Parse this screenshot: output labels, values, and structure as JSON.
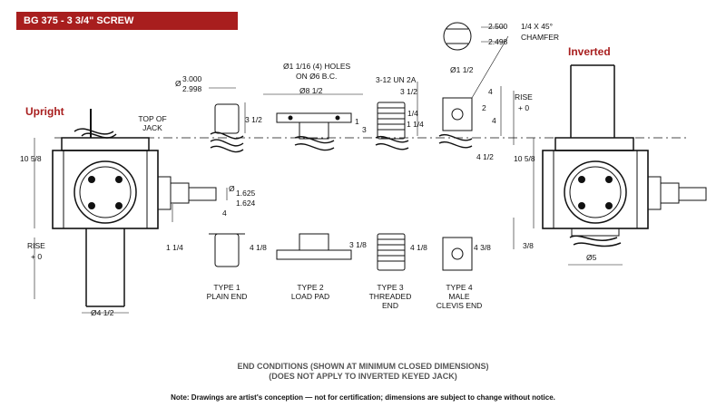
{
  "header": {
    "title": "BG 375 - 3 3/4\" SCREW"
  },
  "views": {
    "upright": "Upright",
    "inverted": "Inverted"
  },
  "dims": {
    "top_of_jack_1": "TOP OF",
    "top_of_jack_2": "JACK",
    "height_left": "10 5/8",
    "height_right": "10 5/8",
    "rise_left_1": "RISE",
    "rise_left_2": "+ 0",
    "rise_right_1": "RISE",
    "rise_right_2": "+ 0",
    "diam_3000": "3.000",
    "diam_2998": "2.998",
    "diam_symbol": "Ø",
    "d_3_half_a": "3 1/2",
    "d_3_half_b": "3 1/2",
    "holes_1": "Ø1 1/16 (4) HOLES",
    "holes_2": "ON Ø6 B.C.",
    "bc_diam": "Ø8 1/2",
    "d_1": "1",
    "d_3": "3",
    "thread": "3-12 UN 2A",
    "d_1_quarter": "1/4",
    "d_5_quarter": "1 1/4",
    "clevis_hole": "Ø1 1/2",
    "d_4_a": "4",
    "d_2": "2",
    "d_4_b": "4",
    "d_4_half": "4 1/2",
    "d_2500": "2.500",
    "d_2498": "2.498",
    "chamfer_1": "1/4 X 45°",
    "chamfer_2": "CHAMFER",
    "shaft_1625": "1.625",
    "shaft_1624": "1.624",
    "d_4_c": "4",
    "d_1_1_4": "1 1/4",
    "d_4_1_8_a": "4 1/8",
    "d_3_1_8": "3 1/8",
    "d_4_1_8_b": "4 1/8",
    "d_4_3_8": "4 3/8",
    "d_3_8": "3/8",
    "base_diam": "Ø4 1/2",
    "foot_diam": "Ø5"
  },
  "types": [
    {
      "line1": "TYPE 1",
      "line2": "PLAIN END",
      "line3": ""
    },
    {
      "line1": "TYPE 2",
      "line2": "LOAD PAD",
      "line3": ""
    },
    {
      "line1": "TYPE 3",
      "line2": "THREADED",
      "line3": "END"
    },
    {
      "line1": "TYPE 4",
      "line2": "MALE",
      "line3": "CLEVIS END"
    }
  ],
  "footer": {
    "line1": "END CONDITIONS (SHOWN AT MINIMUM CLOSED DIMENSIONS)",
    "line2": "(DOES NOT APPLY TO INVERTED KEYED JACK)",
    "note": "Note: Drawings are artist's conception — not for certification; dimensions are subject to change without notice."
  }
}
